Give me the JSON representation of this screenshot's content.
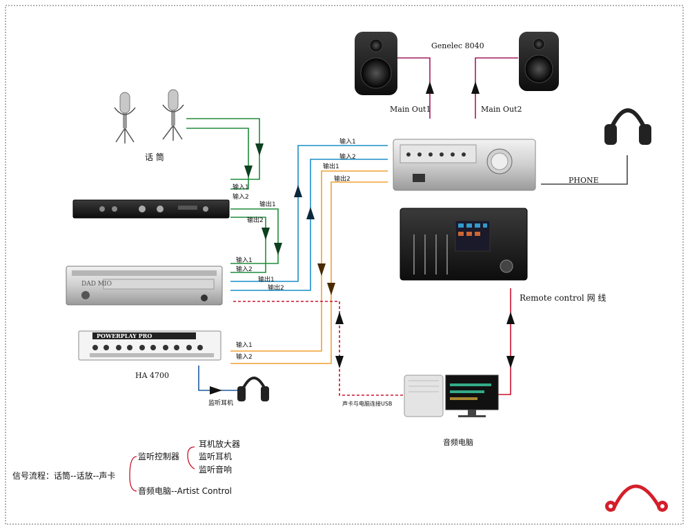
{
  "devices": {
    "microphones": "话 筒",
    "speakers": "Genelec 8040",
    "headphone_amp": "HA 4700",
    "monitor_headphones": "监听耳机",
    "computer": "音频电脑",
    "usb_link": "声卡与电脑连接USB",
    "phone": "PHONE",
    "remote": "Remote control 网 线",
    "dad_panel_text": "DAD MIO",
    "powerplay_text": "POWERPLAY PRO"
  },
  "ports": {
    "mic_in1": "输入1",
    "mic_in2": "输入2",
    "pre_out1": "输出1",
    "pre_out2": "输出2",
    "dad_in1": "输入1",
    "dad_in2": "输入2",
    "dad_out1": "输出1",
    "dad_out2": "输出2",
    "mon_in1": "输入1",
    "mon_in2": "输入2",
    "mon_out1": "输出1",
    "mon_out2": "输出2",
    "ha_in1": "输入1",
    "ha_in2": "输入2",
    "main_out1": "Main Out1",
    "main_out2": "Main Out2"
  },
  "flow": {
    "root": "信号流程：话筒--话放--声卡",
    "branch_controller": "监听控制器",
    "leaves": [
      "耳机放大器",
      "监听耳机",
      "监听音响"
    ],
    "branch_computer": "音频电脑--Artist Control"
  },
  "colors": {
    "green": "#1e8c3a",
    "blue": "#1a8ec8",
    "orange": "#f0a030",
    "pink": "#a4195c",
    "red": "#c8102e"
  }
}
